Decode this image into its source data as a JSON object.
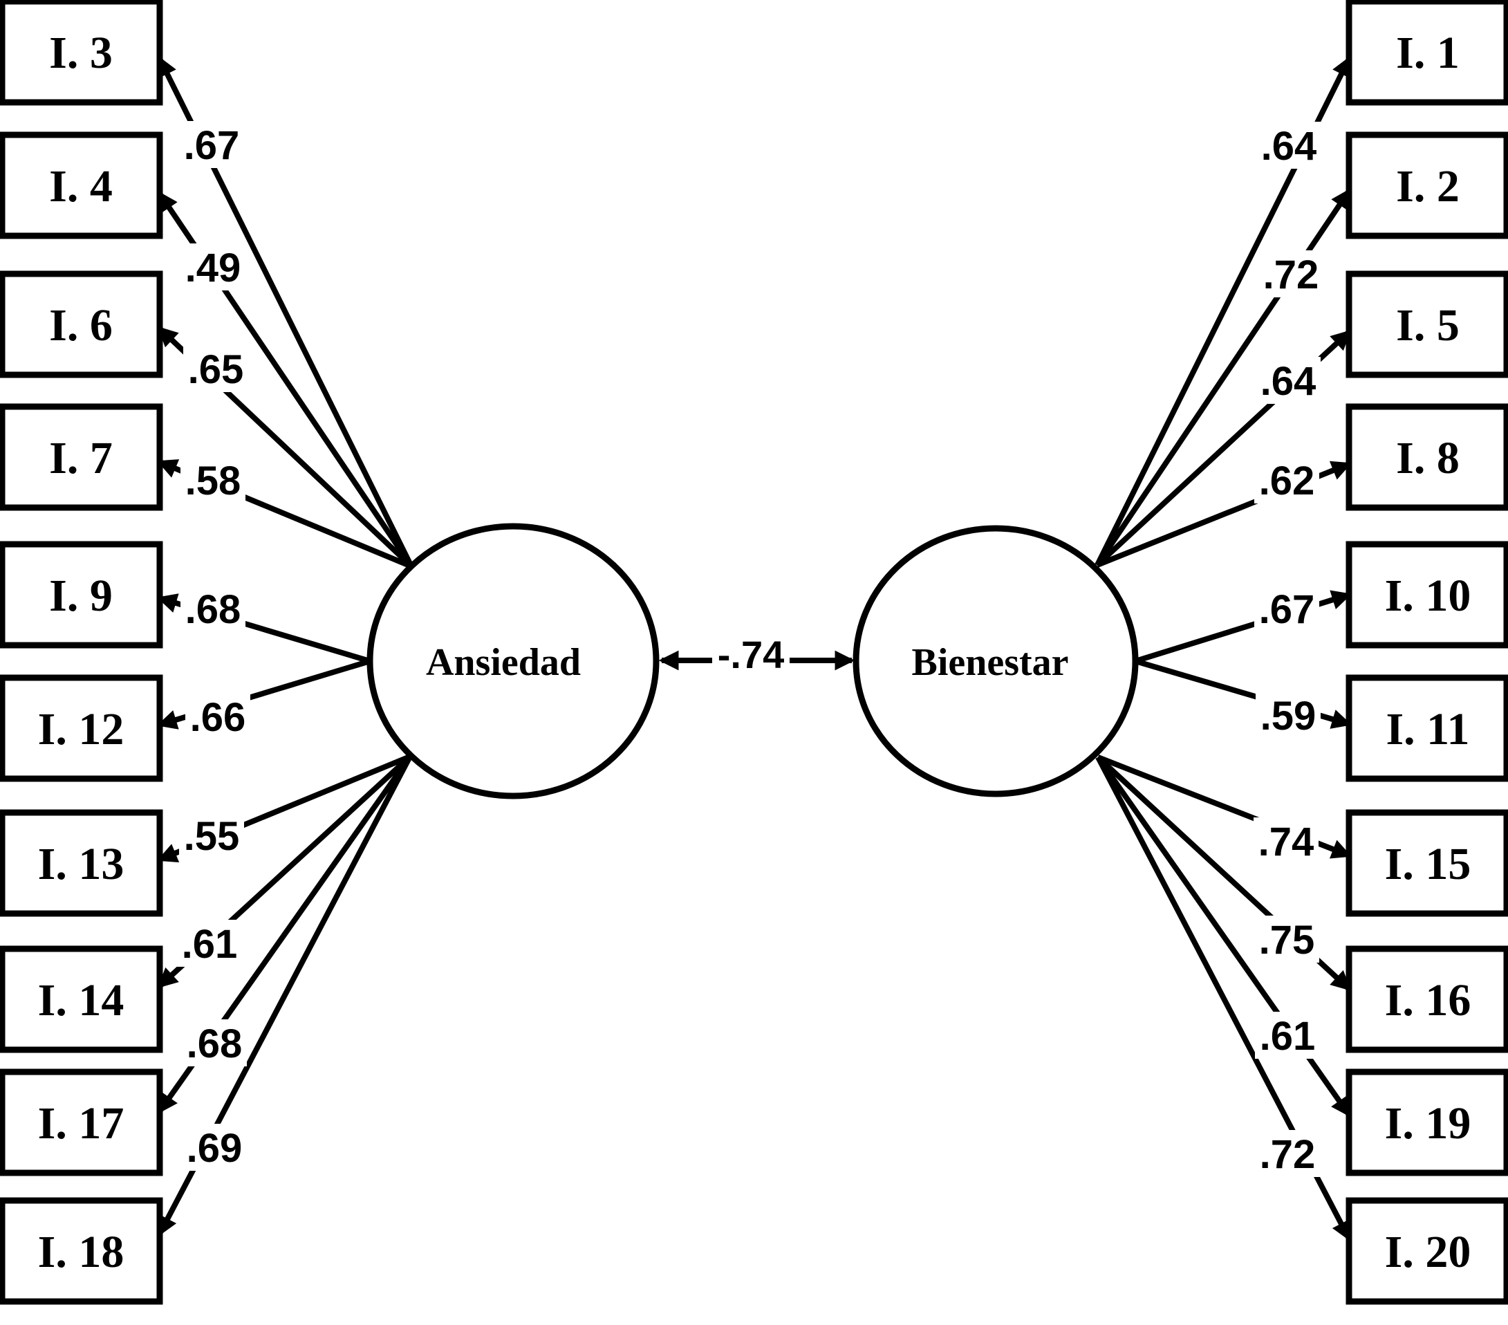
{
  "sem": {
    "correlation": "-.74",
    "left_factor": {
      "label": "Ansiedad",
      "indicators": [
        {
          "label": "I. 3",
          "loading": ".67"
        },
        {
          "label": "I. 4",
          "loading": ".49"
        },
        {
          "label": "I. 6",
          "loading": ".65"
        },
        {
          "label": "I. 7",
          "loading": ".58"
        },
        {
          "label": "I. 9",
          "loading": ".68"
        },
        {
          "label": "I. 12",
          "loading": ".66"
        },
        {
          "label": "I. 13",
          "loading": ".55"
        },
        {
          "label": "I. 14",
          "loading": ".61"
        },
        {
          "label": "I. 17",
          "loading": ".68"
        },
        {
          "label": "I. 18",
          "loading": ".69"
        }
      ]
    },
    "right_factor": {
      "label": "Bienestar",
      "indicators": [
        {
          "label": "I. 1",
          "loading": ".64"
        },
        {
          "label": "I. 2",
          "loading": ".72"
        },
        {
          "label": "I. 5",
          "loading": ".64"
        },
        {
          "label": "I. 8",
          "loading": ".62"
        },
        {
          "label": "I. 10",
          "loading": ".67"
        },
        {
          "label": "I. 11",
          "loading": ".59"
        },
        {
          "label": "I. 15",
          "loading": ".74"
        },
        {
          "label": "I. 16",
          "loading": ".75"
        },
        {
          "label": "I. 19",
          "loading": ".61"
        },
        {
          "label": "I. 20",
          "loading": ".72"
        }
      ]
    }
  }
}
